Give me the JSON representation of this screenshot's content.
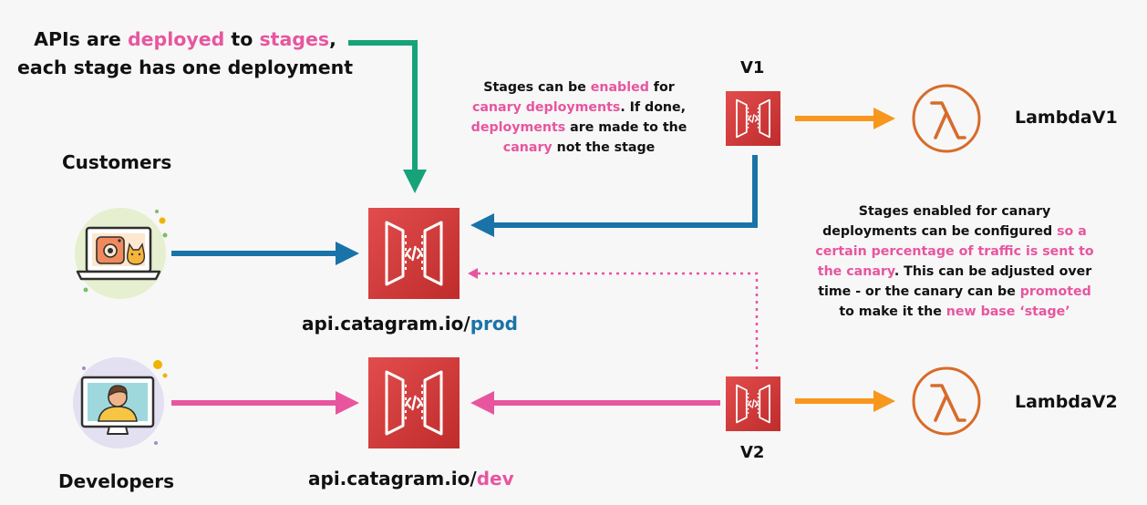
{
  "title": {
    "line1_a": "APIs are ",
    "line1_b": "deployed",
    "line1_c": " to ",
    "line1_d": "stages",
    "line1_e": ",",
    "line2": "each stage has one deployment"
  },
  "canary_note": {
    "a": "Stages can be ",
    "b": "enabled",
    "c": " for",
    "d": "canary deployments",
    "e": ". If done,",
    "f": "deployments",
    "g": " are made to the",
    "h": "canary",
    "i": " not the stage"
  },
  "traffic_note": {
    "a": "Stages enabled for canary",
    "b": "deployments can be configured ",
    "c": "so a",
    "d": "certain percentage of traffic is sent to",
    "e": "the canary",
    "f": ". This can be adjusted over",
    "g": "time - or the canary can be ",
    "h": "promoted",
    "i": "to make it the ",
    "j": "new base ‘stage’"
  },
  "labels": {
    "customers": "Customers",
    "developers": "Developers",
    "v1": "V1",
    "v2": "V2",
    "lambda_v1": "LambdaV1",
    "lambda_v2": "LambdaV2"
  },
  "prod_endpoint": {
    "base": "api.catagram.io/",
    "stage": "prod"
  },
  "dev_endpoint": {
    "base": "api.catagram.io/",
    "stage": "dev"
  },
  "icons": {
    "api_gateway": "api-gateway-icon",
    "lambda": "lambda-icon",
    "customer": "customer-laptop-icon",
    "developer": "developer-monitor-icon"
  },
  "colors": {
    "accent_pink": "#e8559f",
    "accent_blue": "#1a73a8",
    "arrow_green": "#16a37a",
    "arrow_orange": "#f7971e",
    "gateway_red": "#d63b3b",
    "lambda_orange": "#d86b2a"
  }
}
